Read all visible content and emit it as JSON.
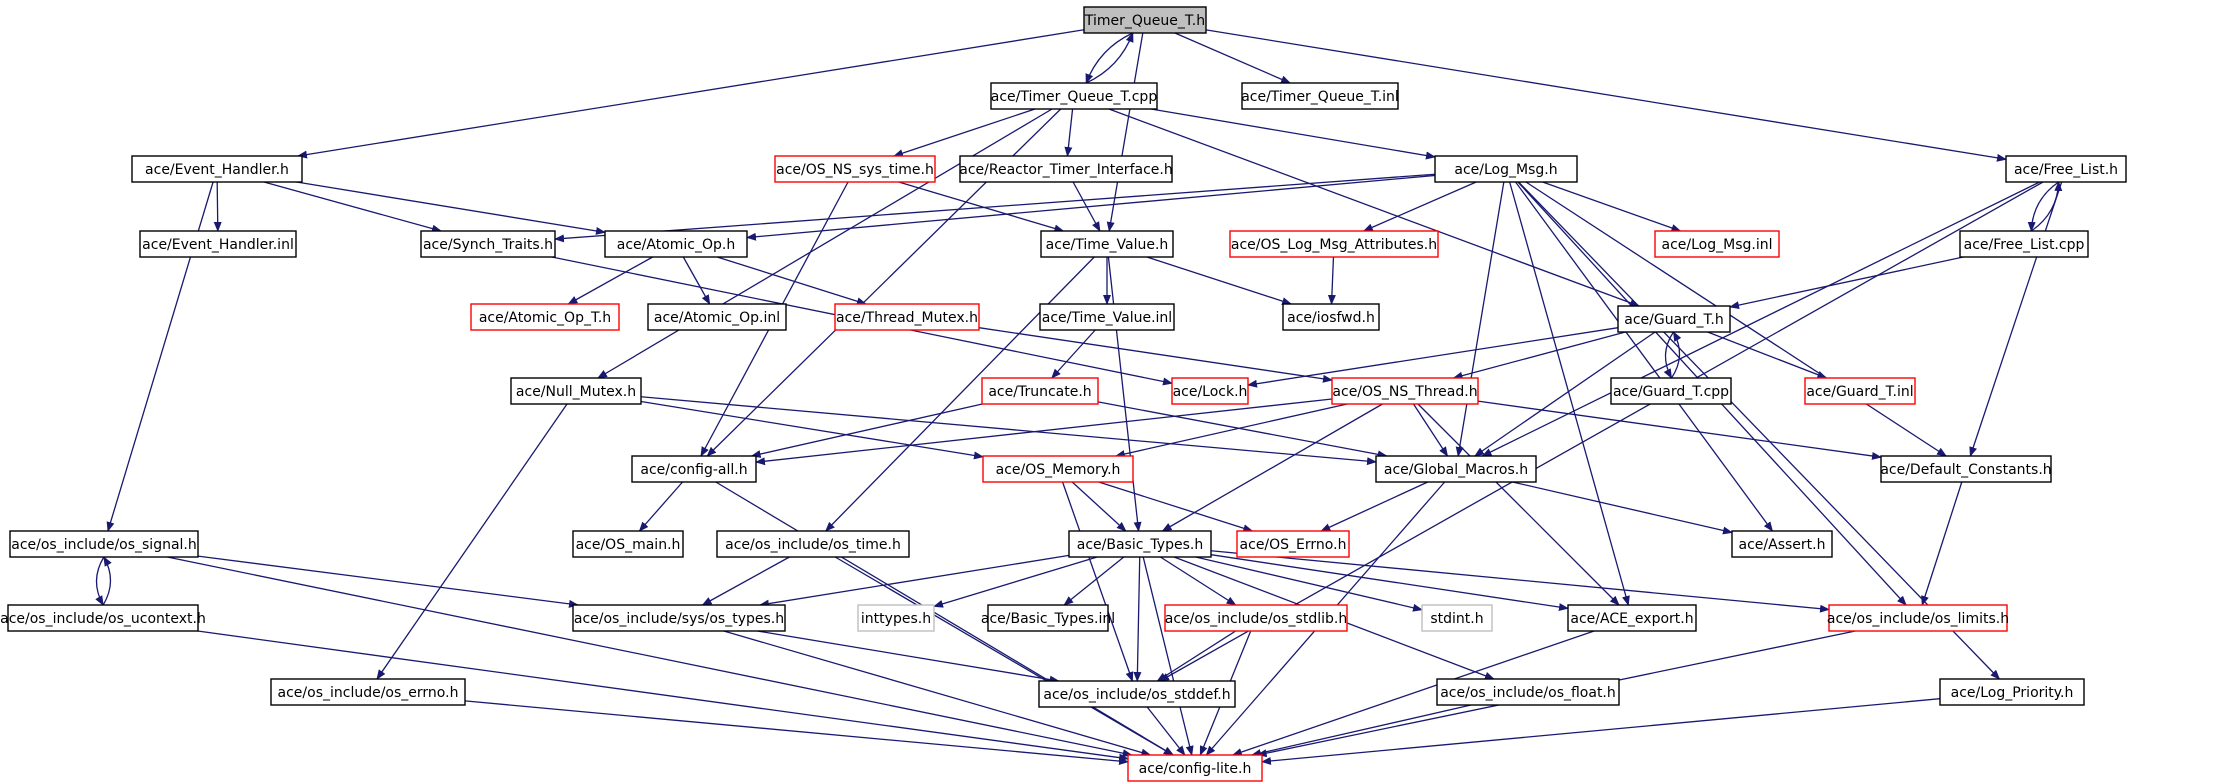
{
  "colors": {
    "edge": "#191970",
    "border_default": "#000000",
    "border_truncated": "#ff0000",
    "border_other": "#bfbfbf",
    "fill_root": "#bfbfbf",
    "fill_default": "#ffffff"
  },
  "nodes": [
    {
      "id": "n0",
      "label": "Timer_Queue_T.h",
      "kind": "root"
    },
    {
      "id": "n1",
      "label": "ace/Timer_Queue_T.cpp",
      "kind": "default"
    },
    {
      "id": "n2",
      "label": "ace/Timer_Queue_T.inl",
      "kind": "default"
    },
    {
      "id": "n3",
      "label": "ace/Event_Handler.h",
      "kind": "default"
    },
    {
      "id": "n4",
      "label": "ace/OS_NS_sys_time.h",
      "kind": "truncated"
    },
    {
      "id": "n5",
      "label": "ace/Reactor_Timer_Interface.h",
      "kind": "default"
    },
    {
      "id": "n6",
      "label": "ace/Log_Msg.h",
      "kind": "default"
    },
    {
      "id": "n7",
      "label": "ace/Free_List.h",
      "kind": "default"
    },
    {
      "id": "n8",
      "label": "ace/Event_Handler.inl",
      "kind": "default"
    },
    {
      "id": "n9",
      "label": "ace/Synch_Traits.h",
      "kind": "default"
    },
    {
      "id": "n10",
      "label": "ace/Atomic_Op.h",
      "kind": "default"
    },
    {
      "id": "n11",
      "label": "ace/Time_Value.h",
      "kind": "default"
    },
    {
      "id": "n12",
      "label": "ace/OS_Log_Msg_Attributes.h",
      "kind": "truncated"
    },
    {
      "id": "n13",
      "label": "ace/Log_Msg.inl",
      "kind": "truncated"
    },
    {
      "id": "n14",
      "label": "ace/Free_List.cpp",
      "kind": "default"
    },
    {
      "id": "n15",
      "label": "ace/Atomic_Op_T.h",
      "kind": "truncated"
    },
    {
      "id": "n16",
      "label": "ace/Atomic_Op.inl",
      "kind": "default"
    },
    {
      "id": "n17",
      "label": "ace/Thread_Mutex.h",
      "kind": "truncated"
    },
    {
      "id": "n18",
      "label": "ace/Time_Value.inl",
      "kind": "default"
    },
    {
      "id": "n19",
      "label": "ace/iosfwd.h",
      "kind": "default"
    },
    {
      "id": "n20",
      "label": "ace/Guard_T.h",
      "kind": "default"
    },
    {
      "id": "n21",
      "label": "ace/Null_Mutex.h",
      "kind": "default"
    },
    {
      "id": "n22",
      "label": "ace/Truncate.h",
      "kind": "truncated"
    },
    {
      "id": "n23",
      "label": "ace/Lock.h",
      "kind": "truncated"
    },
    {
      "id": "n24",
      "label": "ace/OS_NS_Thread.h",
      "kind": "truncated"
    },
    {
      "id": "n25",
      "label": "ace/Guard_T.cpp",
      "kind": "default"
    },
    {
      "id": "n26",
      "label": "ace/Guard_T.inl",
      "kind": "truncated"
    },
    {
      "id": "n27",
      "label": "ace/config-all.h",
      "kind": "default"
    },
    {
      "id": "n28",
      "label": "ace/OS_Memory.h",
      "kind": "truncated"
    },
    {
      "id": "n29",
      "label": "ace/Global_Macros.h",
      "kind": "default"
    },
    {
      "id": "n30",
      "label": "ace/Default_Constants.h",
      "kind": "default"
    },
    {
      "id": "n31",
      "label": "ace/os_include/os_signal.h",
      "kind": "default"
    },
    {
      "id": "n32",
      "label": "ace/OS_main.h",
      "kind": "default"
    },
    {
      "id": "n33",
      "label": "ace/os_include/os_time.h",
      "kind": "default"
    },
    {
      "id": "n34",
      "label": "ace/Basic_Types.h",
      "kind": "default"
    },
    {
      "id": "n35",
      "label": "ace/OS_Errno.h",
      "kind": "truncated"
    },
    {
      "id": "n36",
      "label": "ace/Assert.h",
      "kind": "default"
    },
    {
      "id": "n37",
      "label": "ace/os_include/os_ucontext.h",
      "kind": "default"
    },
    {
      "id": "n38",
      "label": "ace/os_include/sys/os_types.h",
      "kind": "default"
    },
    {
      "id": "n39",
      "label": "inttypes.h",
      "kind": "other"
    },
    {
      "id": "n40",
      "label": "ace/Basic_Types.inl",
      "kind": "default"
    },
    {
      "id": "n41",
      "label": "ace/os_include/os_stdlib.h",
      "kind": "truncated"
    },
    {
      "id": "n42",
      "label": "stdint.h",
      "kind": "other"
    },
    {
      "id": "n43",
      "label": "ace/ACE_export.h",
      "kind": "default"
    },
    {
      "id": "n44",
      "label": "ace/os_include/os_limits.h",
      "kind": "truncated"
    },
    {
      "id": "n45",
      "label": "ace/os_include/os_errno.h",
      "kind": "default"
    },
    {
      "id": "n46",
      "label": "ace/os_include/os_stddef.h",
      "kind": "default"
    },
    {
      "id": "n47",
      "label": "ace/os_include/os_float.h",
      "kind": "default"
    },
    {
      "id": "n48",
      "label": "ace/Log_Priority.h",
      "kind": "default"
    },
    {
      "id": "n49",
      "label": "ace/config-lite.h",
      "kind": "truncated"
    }
  ],
  "edges": [
    [
      "n0",
      "n1"
    ],
    [
      "n0",
      "n2"
    ],
    [
      "n0",
      "n3"
    ],
    [
      "n0",
      "n7"
    ],
    [
      "n0",
      "n11"
    ],
    [
      "n1",
      "n0"
    ],
    [
      "n1",
      "n4"
    ],
    [
      "n1",
      "n5"
    ],
    [
      "n1",
      "n6"
    ],
    [
      "n1",
      "n21"
    ],
    [
      "n1",
      "n27"
    ],
    [
      "n1",
      "n20"
    ],
    [
      "n3",
      "n8"
    ],
    [
      "n3",
      "n9"
    ],
    [
      "n3",
      "n10"
    ],
    [
      "n3",
      "n31"
    ],
    [
      "n4",
      "n11"
    ],
    [
      "n4",
      "n27"
    ],
    [
      "n5",
      "n11"
    ],
    [
      "n6",
      "n9"
    ],
    [
      "n6",
      "n10"
    ],
    [
      "n6",
      "n12"
    ],
    [
      "n6",
      "n13"
    ],
    [
      "n6",
      "n29"
    ],
    [
      "n6",
      "n36"
    ],
    [
      "n6",
      "n43"
    ],
    [
      "n6",
      "n30"
    ],
    [
      "n6",
      "n44"
    ],
    [
      "n6",
      "n48"
    ],
    [
      "n7",
      "n14"
    ],
    [
      "n7",
      "n29"
    ],
    [
      "n7",
      "n30"
    ],
    [
      "n7",
      "n46"
    ],
    [
      "n14",
      "n7"
    ],
    [
      "n14",
      "n20"
    ],
    [
      "n9",
      "n23"
    ],
    [
      "n10",
      "n15"
    ],
    [
      "n10",
      "n16"
    ],
    [
      "n10",
      "n17"
    ],
    [
      "n11",
      "n18"
    ],
    [
      "n11",
      "n19"
    ],
    [
      "n11",
      "n34"
    ],
    [
      "n11",
      "n33"
    ],
    [
      "n12",
      "n19"
    ],
    [
      "n17",
      "n24"
    ],
    [
      "n18",
      "n22"
    ],
    [
      "n20",
      "n23"
    ],
    [
      "n20",
      "n24"
    ],
    [
      "n20",
      "n25"
    ],
    [
      "n20",
      "n26"
    ],
    [
      "n20",
      "n29"
    ],
    [
      "n25",
      "n20"
    ],
    [
      "n21",
      "n28"
    ],
    [
      "n21",
      "n29"
    ],
    [
      "n21",
      "n45"
    ],
    [
      "n22",
      "n27"
    ],
    [
      "n22",
      "n29"
    ],
    [
      "n24",
      "n27"
    ],
    [
      "n24",
      "n28"
    ],
    [
      "n24",
      "n29"
    ],
    [
      "n24",
      "n34"
    ],
    [
      "n24",
      "n30"
    ],
    [
      "n24",
      "n43"
    ],
    [
      "n27",
      "n32"
    ],
    [
      "n27",
      "n49"
    ],
    [
      "n28",
      "n34"
    ],
    [
      "n28",
      "n35"
    ],
    [
      "n28",
      "n46"
    ],
    [
      "n29",
      "n35"
    ],
    [
      "n29",
      "n36"
    ],
    [
      "n29",
      "n49"
    ],
    [
      "n30",
      "n44"
    ],
    [
      "n31",
      "n37"
    ],
    [
      "n31",
      "n38"
    ],
    [
      "n31",
      "n49"
    ],
    [
      "n37",
      "n31"
    ],
    [
      "n37",
      "n49"
    ],
    [
      "n33",
      "n38"
    ],
    [
      "n33",
      "n49"
    ],
    [
      "n34",
      "n38"
    ],
    [
      "n34",
      "n39"
    ],
    [
      "n34",
      "n40"
    ],
    [
      "n34",
      "n41"
    ],
    [
      "n34",
      "n42"
    ],
    [
      "n34",
      "n43"
    ],
    [
      "n34",
      "n44"
    ],
    [
      "n34",
      "n46"
    ],
    [
      "n34",
      "n47"
    ],
    [
      "n34",
      "n49"
    ],
    [
      "n38",
      "n46"
    ],
    [
      "n38",
      "n49"
    ],
    [
      "n41",
      "n46"
    ],
    [
      "n41",
      "n49"
    ],
    [
      "n43",
      "n49"
    ],
    [
      "n44",
      "n49"
    ],
    [
      "n45",
      "n49"
    ],
    [
      "n46",
      "n49"
    ],
    [
      "n47",
      "n49"
    ],
    [
      "n48",
      "n49"
    ]
  ]
}
